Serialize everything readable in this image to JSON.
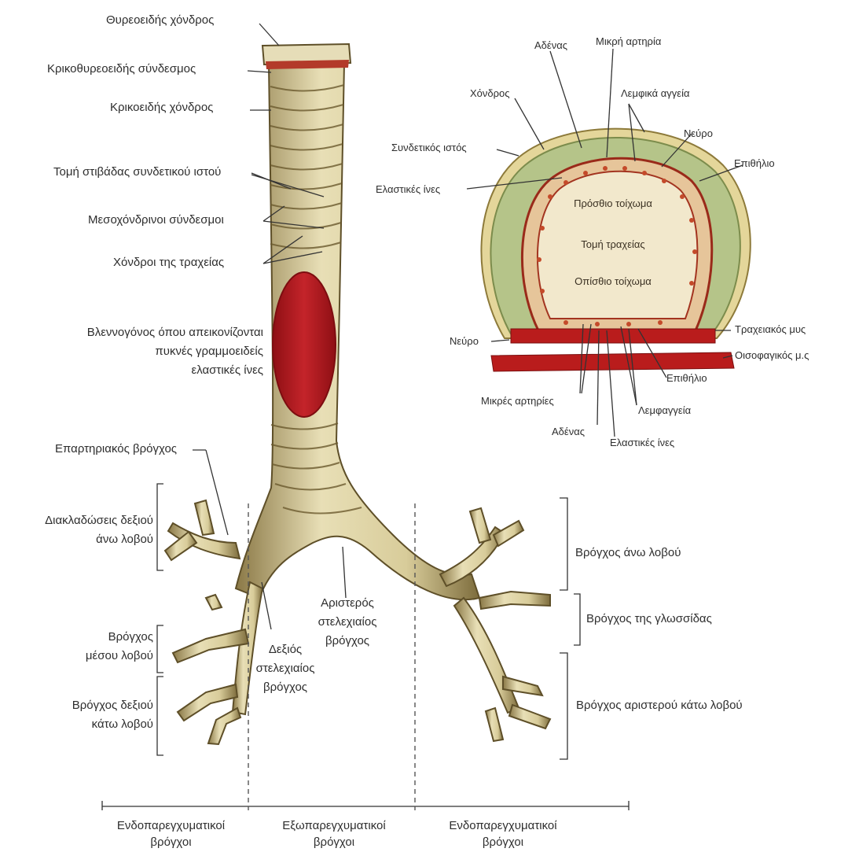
{
  "colors": {
    "cartilage": "#ddd2a4",
    "cartilage_dark": "#6b5a2e",
    "mucosa": "#b0141a",
    "green_ring": "#b5c489",
    "lumen": "#f2e8cc",
    "muscle": "#b91c1c"
  },
  "trachea_labels": {
    "thyroid_cartilage": "Θυρεοειδής χόνδρος",
    "cricothyroid_ligament": "Κρικοθυρεοειδής σύνδεσμος",
    "cricoid_cartilage": "Κρικοειδής χόνδρος",
    "connective_layer_cut": "Τομή στιβάδας συνδετικού ιστού",
    "intercartilaginous_ligaments": "Μεσοχόνδρινοι σύνδεσμοι",
    "tracheal_cartilages": "Χόνδροι της τραχείας",
    "mucosa_line1": "Βλεννογόνος όπου απεικονίζονται",
    "mucosa_line2": "πυκνές γραμμοειδείς",
    "mucosa_line3": "ελαστικές ίνες",
    "eparterial_bronchus": "Επαρτηριακός βρόγχος",
    "right_upper_branches_line1": "Διακλαδώσεις δεξιού",
    "right_upper_branches_line2": "άνω λοβού",
    "middle_lobe_line1": "Βρόγχος",
    "middle_lobe_line2": "μέσου λοβού",
    "right_lower_line1": "Βρόγχος δεξιού",
    "right_lower_line2": "κάτω λοβού",
    "right_main_line1": "Δεξιός",
    "right_main_line2": "στελεχιαίος",
    "right_main_line3": "βρόγχος",
    "left_main_line1": "Αριστερός",
    "left_main_line2": "στελεχιαίος",
    "left_main_line3": "βρόγχος",
    "left_upper_lobe": "Βρόγχος άνω λοβού",
    "lingula": "Βρόγχος της γλωσσίδας",
    "left_lower_lobe": "Βρόγχος αριστερού κάτω λοβού"
  },
  "section_labels": {
    "gland_top": "Αδένας",
    "small_artery": "Μικρή αρτηρία",
    "cartilage": "Χόνδρος",
    "lymph_vessels": "Λεμφικά αγγεία",
    "nerve_top": "Νεύρο",
    "connective_tissue": "Συνδετικός ιστός",
    "epithelium_top": "Επιθήλιο",
    "elastic_fibers_top": "Ελαστικές ίνες",
    "anterior_wall": "Πρόσθιο τοίχωμα",
    "trachea_section": "Τομή τραχείας",
    "posterior_wall": "Οπίσθιο τοίχωμα",
    "nerve_left": "Νεύρο",
    "tracheal_muscle": "Τραχειακός μυς",
    "esophageal_muscle": "Οισοφαγικός μ.ς",
    "epithelium_bottom": "Επιθήλιο",
    "small_arteries": "Μικρές αρτηρίες",
    "lymphatics": "Λεμφαγγεία",
    "gland_bottom": "Αδένας",
    "elastic_fibers_bottom": "Ελαστικές ίνες"
  },
  "bottom_categories": {
    "left_line1": "Ενδοπαρεγχυματικοί",
    "left_line2": "βρόγχοι",
    "middle_line1": "Εξωπαρεγχυματικοί",
    "middle_line2": "βρόγχοι",
    "right_line1": "Ενδοπαρεγχυματικοί",
    "right_line2": "βρόγχοι"
  }
}
